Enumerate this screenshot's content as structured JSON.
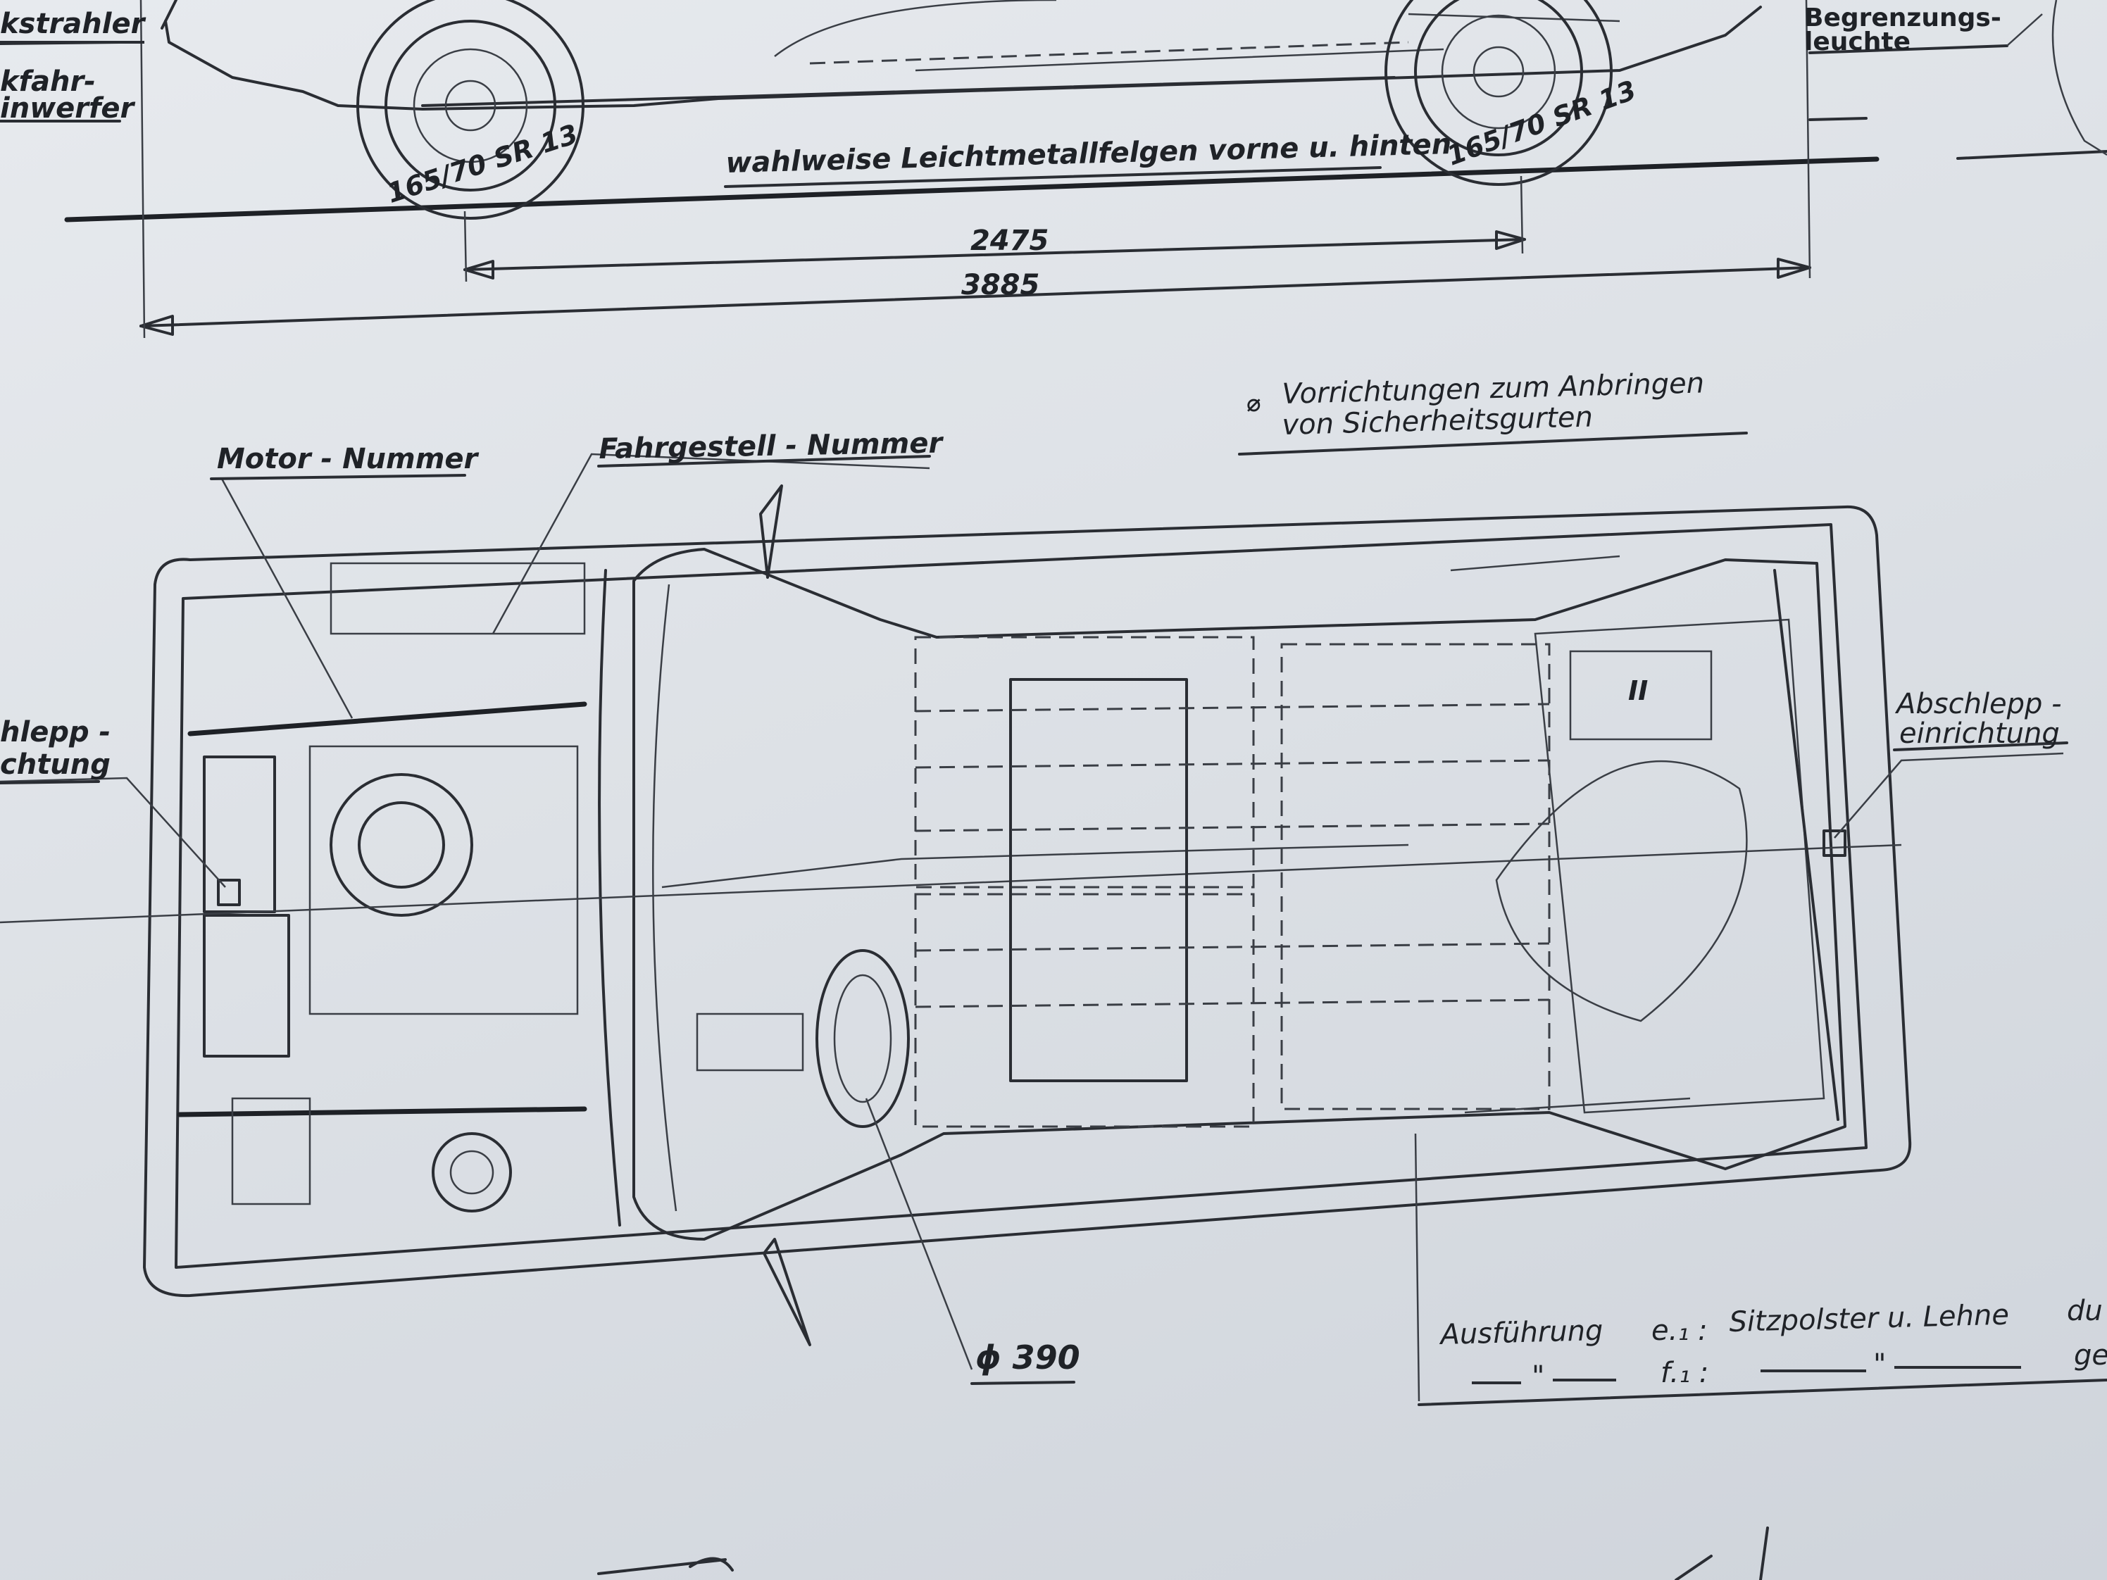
{
  "labels": {
    "rueckstrahler": "kstrahler",
    "rueckfahr": "kfahr-",
    "scheinwerfer": "inwerfer",
    "begrenzung_1": "Begrenzungs-",
    "begrenzung_2": "leuchte",
    "felgen": "wahlweise Leichtmetallfelgen vorne u. hinten",
    "tire_front": "165/70 SR 13",
    "tire_rear": "165/70 SR 13",
    "dim_wheelbase": "2475",
    "dim_length": "3885",
    "vorrichtungen_1": "Vorrichtungen zum Anbringen",
    "vorrichtungen_2": "von Sicherheitsgurten",
    "gurt_symbol": "⌀",
    "motor_nummer": "Motor - Nummer",
    "fahrgestell_nummer": "Fahrgestell - Nummer",
    "abschlepp_left_1": "hlepp -",
    "abschlepp_left_2": "chtung",
    "abschlepp_right_1": "Abschlepp -",
    "abschlepp_right_2": "einrichtung",
    "steering": "ϕ 390",
    "ausfuehrung": "Ausführung",
    "e1": "e.₁ :",
    "sitz": "Sitzpolster u. Lehne",
    "dur": "du",
    "f1": "f.₁ :",
    "quote": "\"",
    "ge": "ge",
    "roman_two": "II"
  }
}
